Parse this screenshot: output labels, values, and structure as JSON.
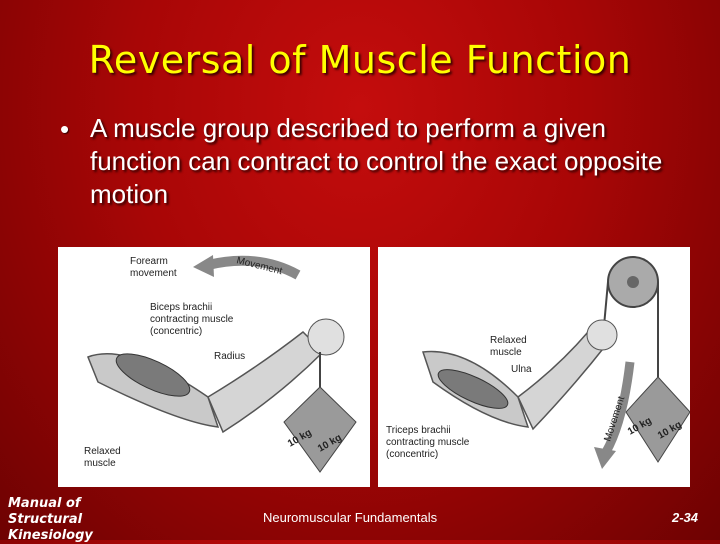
{
  "slide": {
    "title": "Reversal of Muscle Function",
    "bullet": "A muscle group described to perform a given function can contract to control the exact opposite motion"
  },
  "left_figure": {
    "label_forearm": "Forearm",
    "label_movement_line": "movement",
    "label_movement_arrow": "Movement",
    "label_biceps_1": "Biceps brachii",
    "label_biceps_2": "contracting muscle",
    "label_biceps_3": "(concentric)",
    "label_radius": "Radius",
    "label_relaxed_1": "Relaxed",
    "label_relaxed_2": "muscle",
    "weight_1": "10 kg",
    "weight_2": "10 kg"
  },
  "right_figure": {
    "label_relaxed_1": "Relaxed",
    "label_relaxed_2": "muscle",
    "label_ulna": "Ulna",
    "label_triceps_1": "Triceps brachii",
    "label_triceps_2": "contracting muscle",
    "label_triceps_3": "(concentric)",
    "label_movement_arrow": "Movement",
    "weight_1": "10 kg",
    "weight_2": "10 kg"
  },
  "footer": {
    "book_line1": "Manual of",
    "book_line2": "Structural",
    "book_line3": "Kinesiology",
    "section": "Neuromuscular Fundamentals",
    "page": "2-34"
  },
  "colors": {
    "title": "#ffff00",
    "background": "#a80606",
    "text": "#ffffff"
  }
}
